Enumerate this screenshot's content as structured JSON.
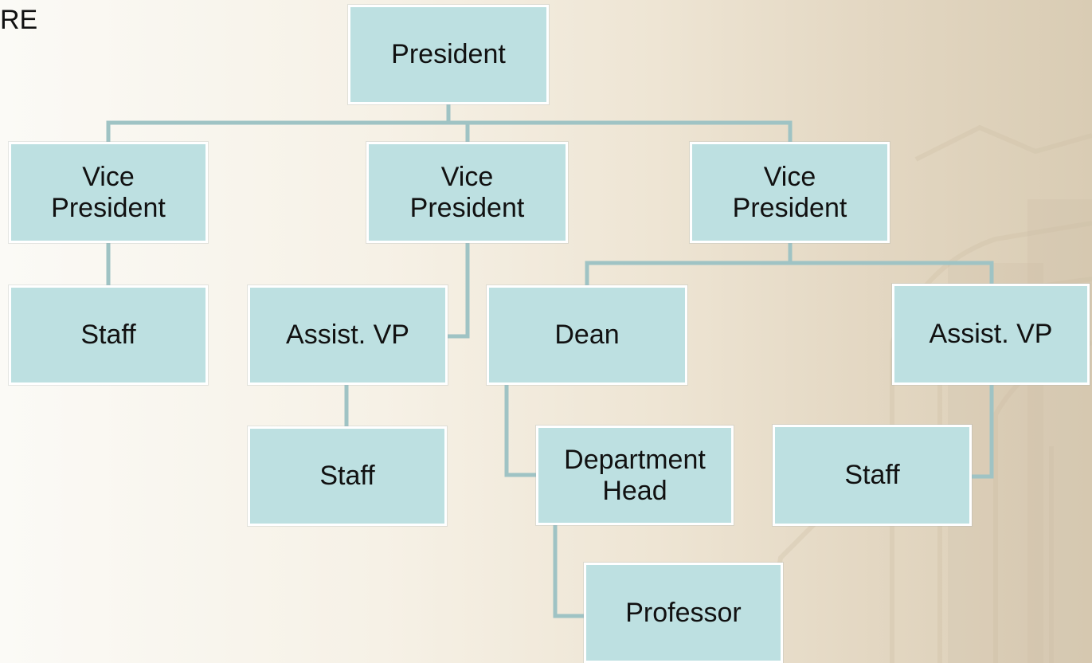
{
  "corner_text": "RE",
  "colors": {
    "node_fill": "#bde0e1",
    "node_border": "#ffffff",
    "connector": "#9fc3c4"
  },
  "nodes": {
    "president": "President",
    "vp_left": "Vice\nPresident",
    "vp_middle": "Vice\nPresident",
    "vp_right": "Vice\nPresident",
    "staff_left": "Staff",
    "assist_vp_middle": "Assist. VP",
    "staff_middle": "Staff",
    "dean": "Dean",
    "department_head": "Department\nHead",
    "professor": "Professor",
    "assist_vp_right": "Assist. VP",
    "staff_right": "Staff"
  }
}
